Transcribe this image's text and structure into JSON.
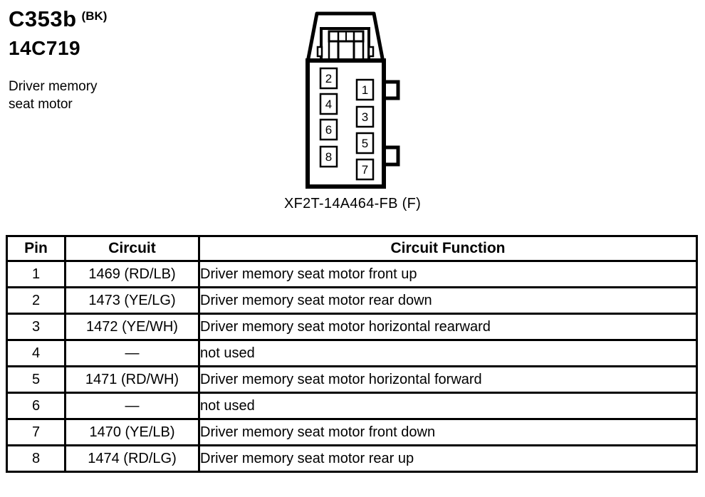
{
  "page": {
    "background": "#ffffff",
    "ink": "#000000"
  },
  "header": {
    "connector_id": "C353b",
    "color_code": "(BK)",
    "part_number": "14C719",
    "description_line1": "Driver memory",
    "description_line2": "seat motor"
  },
  "connector": {
    "caption": "XF2T-14A464-FB (F)",
    "left_pins": [
      "2",
      "4",
      "6",
      "8"
    ],
    "right_pins": [
      "1",
      "3",
      "5",
      "7"
    ]
  },
  "table": {
    "columns": [
      "Pin",
      "Circuit",
      "Circuit Function"
    ],
    "rows": [
      {
        "pin": "1",
        "circuit": "1469 (RD/LB)",
        "function": "Driver memory seat motor front up"
      },
      {
        "pin": "2",
        "circuit": "1473 (YE/LG)",
        "function": "Driver memory seat motor rear down"
      },
      {
        "pin": "3",
        "circuit": "1472 (YE/WH)",
        "function": "Driver memory seat motor horizontal rearward"
      },
      {
        "pin": "4",
        "circuit": "—",
        "function": "not used"
      },
      {
        "pin": "5",
        "circuit": "1471 (RD/WH)",
        "function": "Driver memory seat motor horizontal forward"
      },
      {
        "pin": "6",
        "circuit": "—",
        "function": "not used"
      },
      {
        "pin": "7",
        "circuit": "1470 (YE/LB)",
        "function": "Driver memory seat motor front down"
      },
      {
        "pin": "8",
        "circuit": "1474 (RD/LG)",
        "function": "Driver memory seat motor rear up"
      }
    ]
  }
}
